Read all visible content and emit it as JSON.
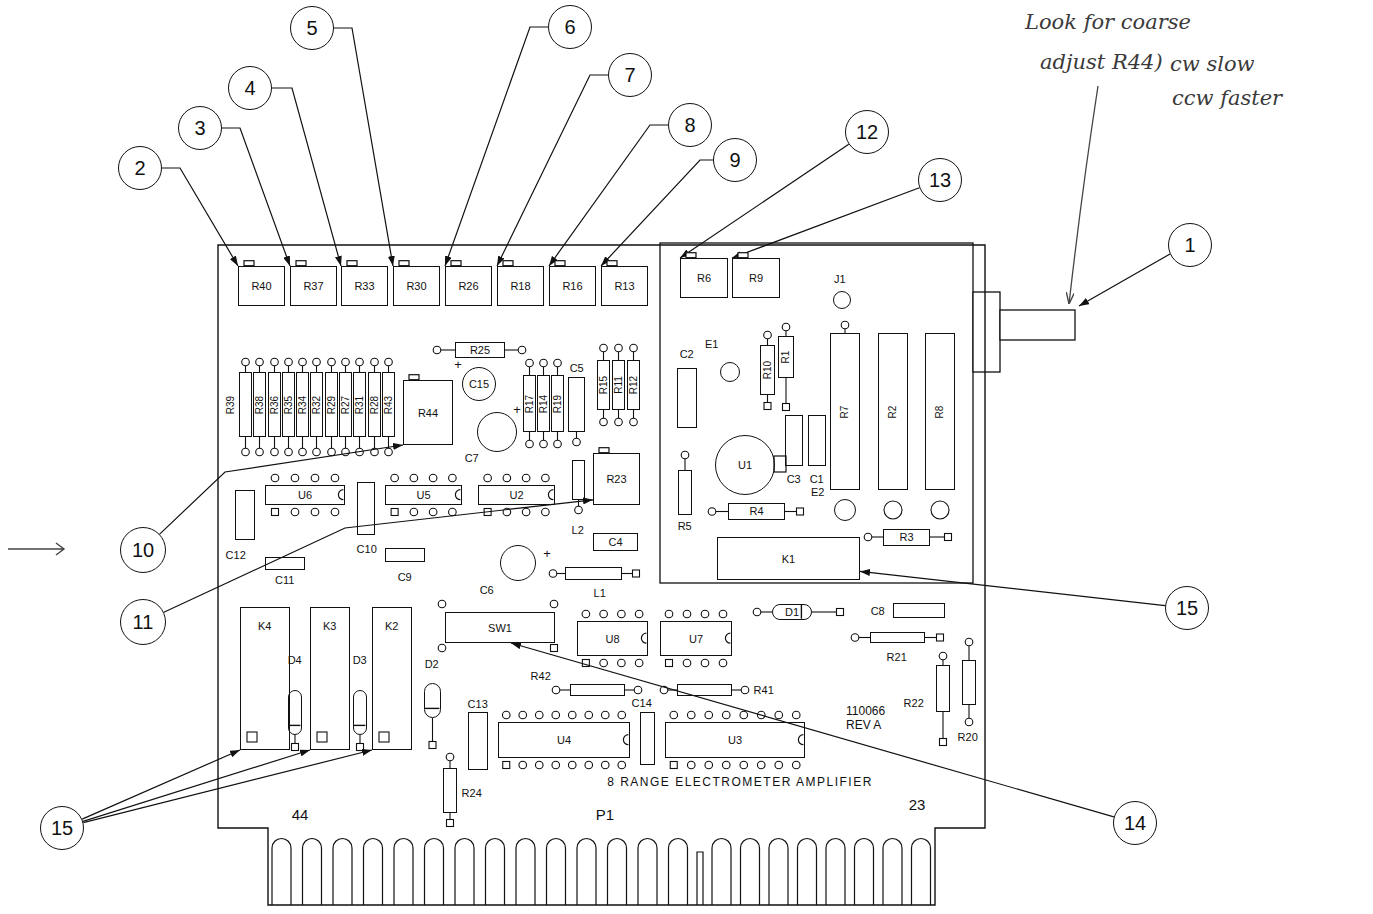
{
  "diagram": {
    "nodes": [
      {
        "text": [
          "2"
        ]
      },
      {
        "text": [
          "3"
        ]
      },
      {
        "text": [
          "4"
        ]
      },
      {
        "text": [
          "5"
        ]
      },
      {
        "text": [
          "6"
        ]
      },
      {
        "text": [
          "7"
        ]
      },
      {
        "text": [
          "8"
        ]
      },
      {
        "text": [
          "9"
        ]
      },
      {
        "text": [
          "12"
        ]
      },
      {
        "text": [
          "13"
        ]
      },
      {
        "text": [
          "1"
        ]
      },
      {
        "text": [
          "110066 REV A",
          "8 RANGE ELECTROMETER AMPLIFIER",
          "44",
          "P1",
          "23"
        ]
      },
      {
        "text": [
          "R40"
        ],
        "in": 11
      },
      {
        "text": [
          "R37"
        ],
        "in": 11
      },
      {
        "text": [
          "R33"
        ],
        "in": 11
      },
      {
        "text": [
          "R30"
        ],
        "in": 11
      },
      {
        "text": [
          "R26"
        ],
        "in": 11
      },
      {
        "text": [
          "R18"
        ],
        "in": 11
      },
      {
        "text": [
          "R16"
        ],
        "in": 11
      },
      {
        "text": [
          "R13"
        ],
        "in": 11
      },
      {
        "text": [
          "R6"
        ],
        "in": 11
      },
      {
        "text": [
          "R9"
        ],
        "in": 11
      },
      {
        "text": [
          "J1"
        ],
        "in": 11
      },
      {
        "text": [
          "R25"
        ],
        "in": 11
      },
      {
        "text": [
          "E1"
        ],
        "in": 11
      },
      {
        "text": [
          "R10"
        ],
        "in": 11
      },
      {
        "text": [
          "R1"
        ],
        "in": 11
      },
      {
        "text": [
          "R7"
        ],
        "in": 11
      },
      {
        "text": [
          "R2"
        ],
        "in": 11
      },
      {
        "text": [
          "R8"
        ],
        "in": 11
      },
      {
        "text": [
          "C15"
        ],
        "in": 11
      },
      {
        "text": [
          "C2"
        ],
        "in": 11
      },
      {
        "text": [
          "R39"
        ],
        "in": 11
      },
      {
        "text": [
          "R38"
        ],
        "in": 11
      },
      {
        "text": [
          "R36"
        ],
        "in": 11
      },
      {
        "text": [
          "R35"
        ],
        "in": 11
      },
      {
        "text": [
          "R34"
        ],
        "in": 11
      },
      {
        "text": [
          "R32"
        ],
        "in": 11
      },
      {
        "text": [
          "R29"
        ],
        "in": 11
      },
      {
        "text": [
          "R27"
        ],
        "in": 11
      },
      {
        "text": [
          "R31"
        ],
        "in": 11
      },
      {
        "text": [
          "R28"
        ],
        "in": 11
      },
      {
        "text": [
          "R43"
        ],
        "in": 11
      },
      {
        "text": [
          "R44"
        ],
        "in": 11
      },
      {
        "text": [
          "R17"
        ],
        "in": 11
      },
      {
        "text": [
          "R14"
        ],
        "in": 11
      },
      {
        "text": [
          "R19"
        ],
        "in": 11
      },
      {
        "text": [
          "C5"
        ],
        "in": 11
      },
      {
        "text": [
          "R15"
        ],
        "in": 11
      },
      {
        "text": [
          "R11"
        ],
        "in": 11
      },
      {
        "text": [
          "R12"
        ],
        "in": 11
      },
      {
        "text": [
          "C7"
        ],
        "in": 11
      },
      {
        "text": [
          "U1"
        ],
        "in": 11
      },
      {
        "text": [
          "C3"
        ],
        "in": 11
      },
      {
        "text": [
          "C1"
        ],
        "in": 11
      },
      {
        "text": [
          "C12"
        ],
        "in": 11
      },
      {
        "text": [
          "U6"
        ],
        "in": 11
      },
      {
        "text": [
          "C10"
        ],
        "in": 11
      },
      {
        "text": [
          "U5"
        ],
        "in": 11
      },
      {
        "text": [
          "U2"
        ],
        "in": 11
      },
      {
        "text": [
          "L2"
        ],
        "in": 11
      },
      {
        "text": [
          "R23"
        ],
        "in": 11
      },
      {
        "text": [
          "R5"
        ],
        "in": 11
      },
      {
        "text": [
          "R4"
        ],
        "in": 11
      },
      {
        "text": [
          "E2"
        ],
        "in": 11
      },
      {
        "text": [
          "C11"
        ],
        "in": 11
      },
      {
        "text": [
          "C9"
        ],
        "in": 11
      },
      {
        "text": [
          "C4"
        ],
        "in": 11
      },
      {
        "text": [
          "C6"
        ],
        "in": 11
      },
      {
        "text": [
          "L1"
        ],
        "in": 11
      },
      {
        "text": [
          "K1"
        ],
        "in": 11
      },
      {
        "text": [
          "R3"
        ],
        "in": 11
      },
      {
        "text": [
          "K4"
        ],
        "in": 11
      },
      {
        "text": [
          "K3"
        ],
        "in": 11
      },
      {
        "text": [
          "K2"
        ],
        "in": 11
      },
      {
        "text": [
          "SW1"
        ],
        "in": 11
      },
      {
        "text": [
          "U8"
        ],
        "in": 11
      },
      {
        "text": [
          "U7"
        ],
        "in": 11
      },
      {
        "text": [
          "D1"
        ],
        "in": 11
      },
      {
        "text": [
          "C8"
        ],
        "in": 11
      },
      {
        "text": [
          "R21"
        ],
        "in": 11
      },
      {
        "text": [
          "D4"
        ],
        "in": 11
      },
      {
        "text": [
          "D3"
        ],
        "in": 11
      },
      {
        "text": [
          "D2"
        ],
        "in": 11
      },
      {
        "text": [
          "R42"
        ],
        "in": 11
      },
      {
        "text": [
          "R41"
        ],
        "in": 11
      },
      {
        "text": [
          "R22"
        ],
        "in": 11
      },
      {
        "text": [
          "R20"
        ],
        "in": 11
      },
      {
        "text": [
          "C13"
        ],
        "in": 11
      },
      {
        "text": [
          "U4"
        ],
        "in": 11
      },
      {
        "text": [
          "C14"
        ],
        "in": 11
      },
      {
        "text": [
          "U3"
        ],
        "in": 11
      },
      {
        "text": [
          "R24"
        ],
        "in": 11
      },
      {
        "text": [
          "10"
        ]
      },
      {
        "text": [
          "11"
        ]
      },
      {
        "text": [
          "15"
        ]
      },
      {
        "text": [
          "14"
        ]
      },
      {
        "text": [
          "15"
        ]
      }
    ],
    "edges": [
      {
        "from": 0,
        "to": 12,
        "arrow": "to"
      },
      {
        "from": 1,
        "to": 13,
        "arrow": "to"
      },
      {
        "from": 2,
        "to": 14,
        "arrow": "to"
      },
      {
        "from": 3,
        "to": 15,
        "arrow": "to"
      },
      {
        "from": 4,
        "to": 16,
        "arrow": "to"
      },
      {
        "from": 5,
        "to": 17,
        "arrow": "to"
      },
      {
        "from": 6,
        "to": 18,
        "arrow": "to"
      },
      {
        "from": 7,
        "to": 19,
        "arrow": "to"
      },
      {
        "from": 8,
        "to": 20,
        "arrow": "to"
      },
      {
        "from": 9,
        "to": 21,
        "arrow": "to"
      },
      {
        "from": 93,
        "to": 43,
        "arrow": "to"
      },
      {
        "from": 94,
        "to": 61,
        "arrow": "to"
      },
      {
        "from": 95,
        "to": 70,
        "arrow": "to"
      },
      {
        "from": 96,
        "to": 75,
        "arrow": "to"
      },
      {
        "from": 97,
        "to": 72,
        "arrow": "to"
      },
      {
        "from": 97,
        "to": 73,
        "arrow": "to"
      },
      {
        "from": 97,
        "to": 74,
        "arrow": "to"
      }
    ],
    "labels": [
      "Look for coarse",
      "adjust R44)",
      "cw slow",
      "ccw faster",
      "+",
      "+",
      "+"
    ]
  }
}
